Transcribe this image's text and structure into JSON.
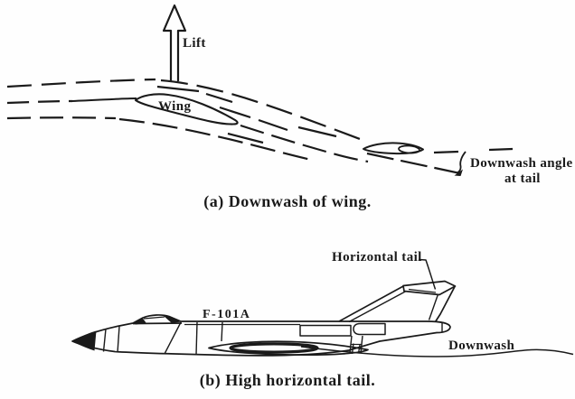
{
  "figure_a": {
    "lift_label": "Lift",
    "wing_label": "Wing",
    "angle_label_line1": "Downwash angle",
    "angle_label_line2": "at tail",
    "caption": "(a) Downwash of wing."
  },
  "figure_b": {
    "aircraft_label": "F-101A",
    "horizontal_tail_label": "Horizontal tail",
    "downwash_label": "Downwash",
    "caption": "(b) High horizontal tail."
  },
  "colors": {
    "ink": "#1a1a1a",
    "paper": "#fefefe"
  }
}
